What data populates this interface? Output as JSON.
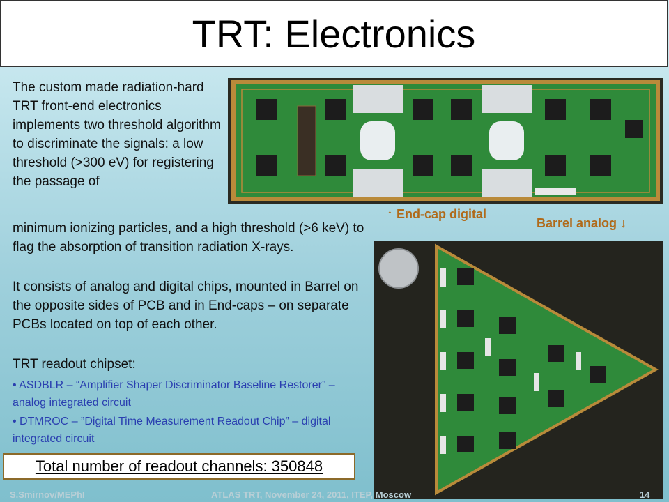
{
  "slide": {
    "title": "TRT: Electronics",
    "paragraph1_wrapped": "The custom made radiation-hard TRT front-end electronics implements two threshold algorithm to discriminate the signals: a low threshold (>300 eV) for registering the passage of",
    "paragraph1_continued": "minimum ionizing particles, and a high threshold (>6 keV) to flag the absorption of transition radiation X-rays.",
    "paragraph2": "It consists of analog and digital chips, mounted in Barrel on the opposite sides of PCB and in End-caps – on separate PCBs located on top of each other.",
    "chipset_heading": "TRT readout chipset:",
    "chipset_items": [
      "• ASDBLR – “Amplifier Shaper Discriminator Baseline Restorer” – analog integrated circuit",
      "• DTMROC – ”Digital Time Measurement Readout Chip” – digital integrated circuit"
    ],
    "total_channels": "Total number of readout channels: 350848"
  },
  "images": {
    "endcap_caption": "↑ End-cap digital",
    "barrel_caption": "Barrel analog ↓"
  },
  "footer": {
    "left": "S.Smirnov/MEPhI",
    "center": "ATLAS TRT, November 24, 2011, ITEP, Moscow",
    "page_number": "14"
  },
  "colors": {
    "board_green": "#2f8a3a",
    "board_gold": "#b98a3a",
    "chip_black": "#1c1c1c",
    "caption_orange": "#b06a1a",
    "list_blue": "#2a3fb0"
  }
}
